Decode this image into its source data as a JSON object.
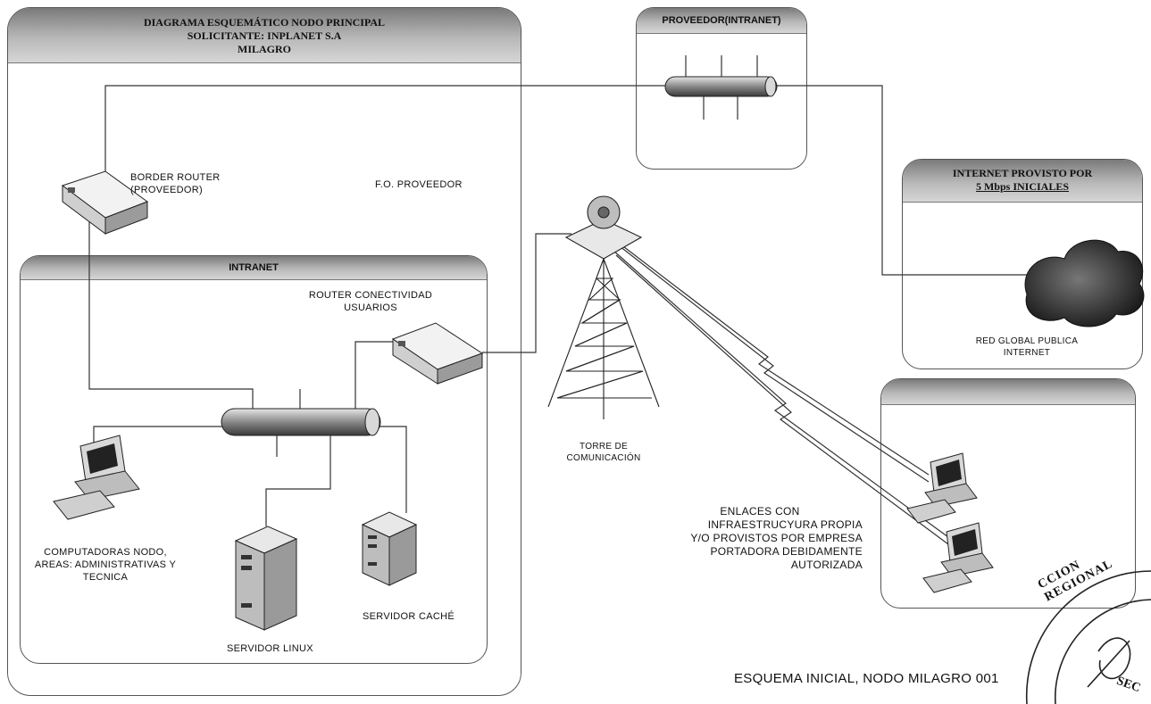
{
  "main_panel": {
    "title_line1": "DIAGRAMA ESQUEMÁTICO NODO PRINCIPAL",
    "title_line2": "SOLICITANTE: INPLANET S.A",
    "title_line3": "MILAGRO"
  },
  "provider_panel": {
    "title": "PROVEEDOR(INTRANET)"
  },
  "internet_panel": {
    "title_line1": "INTERNET PROVISTO POR",
    "title_line2": "5 Mbps INICIALES",
    "cloud_label_line1": "RED GLOBAL PUBLICA",
    "cloud_label_line2": "INTERNET"
  },
  "intranet_panel": {
    "title": "INTRANET"
  },
  "labels": {
    "border_router_line1": "BORDER ROUTER",
    "border_router_line2": "(PROVEEDOR)",
    "fo_proveedor": "F.O. PROVEEDOR",
    "router_users_line1": "ROUTER CONECTIVIDAD",
    "router_users_line2": "USUARIOS",
    "computers_line1": "COMPUTADORAS NODO,",
    "computers_line2": "AREAS: ADMINISTRATIVAS Y",
    "computers_line3": "TECNICA",
    "linux_server": "SERVIDOR LINUX",
    "cache_server": "SERVIDOR CACHÉ",
    "tower_line1": "TORRE DE",
    "tower_line2": "COMUNICACIÓN",
    "links_line1": "ENLACES CON",
    "links_line2": "INFRAESTRUCYURA PROPIA",
    "links_line3": "Y/O PROVISTOS POR EMPRESA",
    "links_line4": "PORTADORA DEBIDAMENTE",
    "links_line5": "AUTORIZADA"
  },
  "footer": {
    "caption": "ESQUEMA INICIAL, NODO MILAGRO 001"
  },
  "stamp": {
    "text": "CCION REGIONAL",
    "text2": "SEC"
  },
  "colors": {
    "panel_header": "#9a9a9a",
    "line": "#333333"
  }
}
